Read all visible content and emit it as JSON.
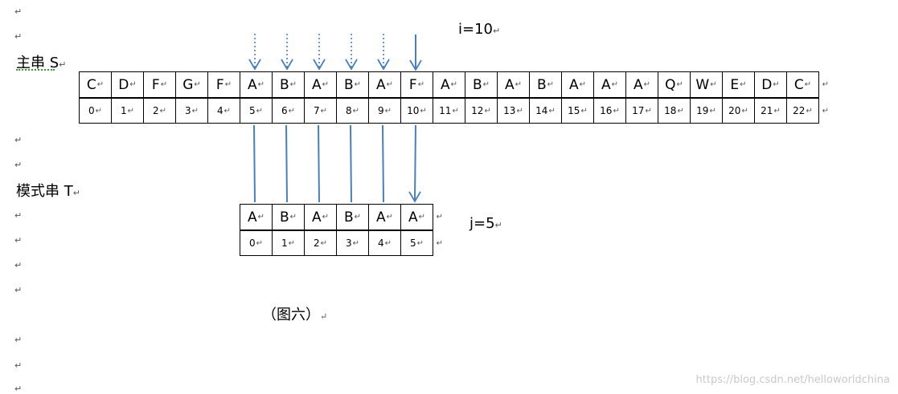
{
  "pilcrow": "↵",
  "labels": {
    "main_string": "主串 S",
    "pattern_string": "模式串 T",
    "i_value": "i=10",
    "j_value": "j=5",
    "caption": "（图六）"
  },
  "main": {
    "chars": [
      "C",
      "D",
      "F",
      "G",
      "F",
      "A",
      "B",
      "A",
      "B",
      "A",
      "F",
      "A",
      "B",
      "A",
      "B",
      "A",
      "A",
      "A",
      "Q",
      "W",
      "E",
      "D",
      "C"
    ],
    "indices": [
      "0",
      "1",
      "2",
      "3",
      "4",
      "5",
      "6",
      "7",
      "8",
      "9",
      "10",
      "11",
      "12",
      "13",
      "14",
      "15",
      "16",
      "17",
      "18",
      "19",
      "20",
      "21",
      "22"
    ]
  },
  "pattern": {
    "chars": [
      "A",
      "B",
      "A",
      "B",
      "A",
      "A"
    ],
    "indices": [
      "0",
      "1",
      "2",
      "3",
      "4",
      "5"
    ]
  },
  "arrows": {
    "dotted_above_main_indices": [
      5,
      6,
      7,
      8,
      9
    ],
    "solid_above_main_index": 10,
    "lines_main_to_pattern": [
      [
        5,
        0
      ],
      [
        6,
        1
      ],
      [
        7,
        2
      ],
      [
        8,
        3
      ],
      [
        9,
        4
      ]
    ],
    "arrow_main_to_pattern": [
      10,
      5
    ],
    "color": "#4a7fbf"
  },
  "watermark": "https://blog.csdn.net/helloworldchina"
}
